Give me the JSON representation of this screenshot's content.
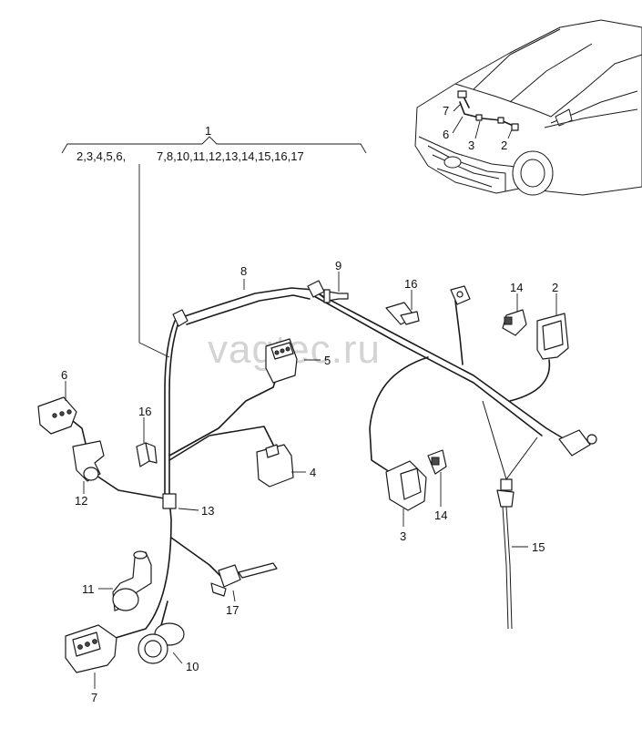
{
  "watermark": "vagtec.ru",
  "group": {
    "main_number": "1",
    "left_group": "2,3,4,5,6,",
    "right_group": "7,8,10,11,12,13,14,15,16,17"
  },
  "callouts": {
    "c2": "2",
    "c3": "3",
    "c4": "4",
    "c5": "5",
    "c6": "6",
    "c7": "7",
    "c8": "8",
    "c9": "9",
    "c10": "10",
    "c11": "11",
    "c12": "12",
    "c13": "13",
    "c14a": "14",
    "c14b": "14",
    "c15": "15",
    "c16a": "16",
    "c16b": "16",
    "c17": "17"
  },
  "car_callouts": {
    "k7": "7",
    "k6": "6",
    "k3": "3",
    "k2": "2"
  }
}
